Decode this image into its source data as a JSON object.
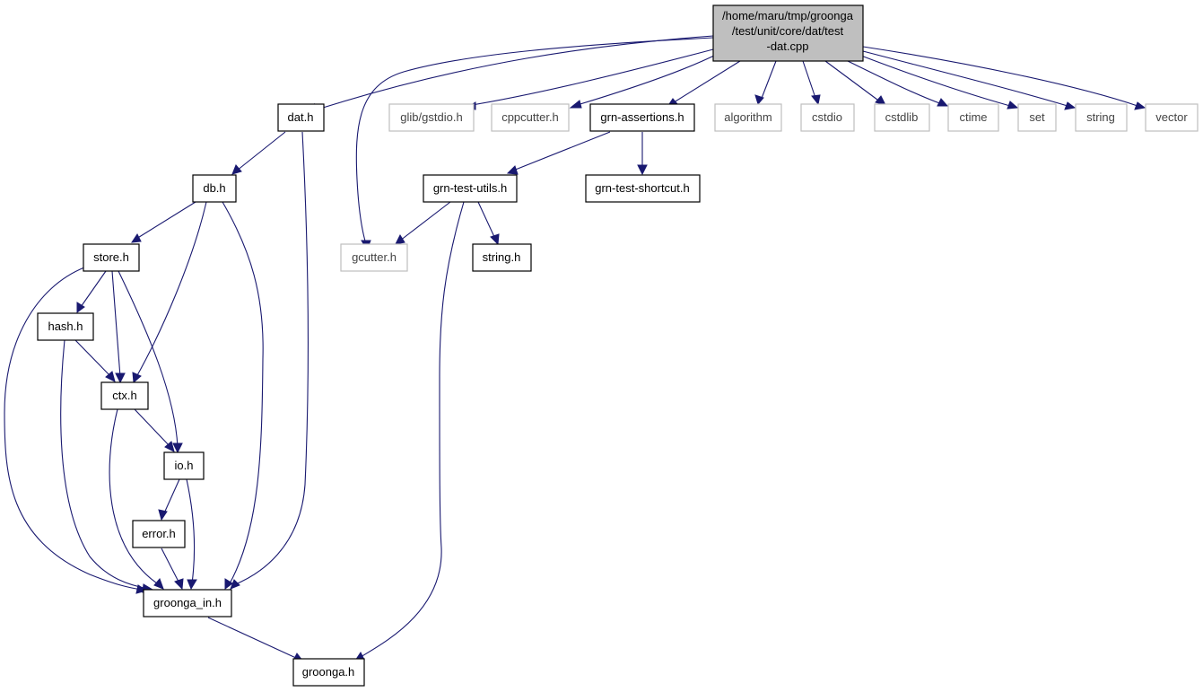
{
  "root": {
    "lines": [
      "/home/maru/tmp/groonga",
      "/test/unit/core/dat/test",
      "-dat.cpp"
    ]
  },
  "nodes": {
    "dat_h": "dat.h",
    "glib_gstdio_h": "glib/gstdio.h",
    "cppcutter_h": "cppcutter.h",
    "grn_assertions_h": "grn-assertions.h",
    "algorithm": "algorithm",
    "cstdio": "cstdio",
    "cstdlib": "cstdlib",
    "ctime": "ctime",
    "set": "set",
    "string": "string",
    "vector": "vector",
    "db_h": "db.h",
    "grn_test_utils_h": "grn-test-utils.h",
    "grn_test_shortcut_h": "grn-test-shortcut.h",
    "store_h": "store.h",
    "gcutter_h": "gcutter.h",
    "string_h": "string.h",
    "hash_h": "hash.h",
    "ctx_h": "ctx.h",
    "io_h": "io.h",
    "error_h": "error.h",
    "groonga_in_h": "groonga_in.h",
    "groonga_h": "groonga.h"
  },
  "colors": {
    "edge": "#191970",
    "root_fill": "#bfbfbf",
    "external_border": "#bfbfbf",
    "internal_border": "#000000"
  }
}
